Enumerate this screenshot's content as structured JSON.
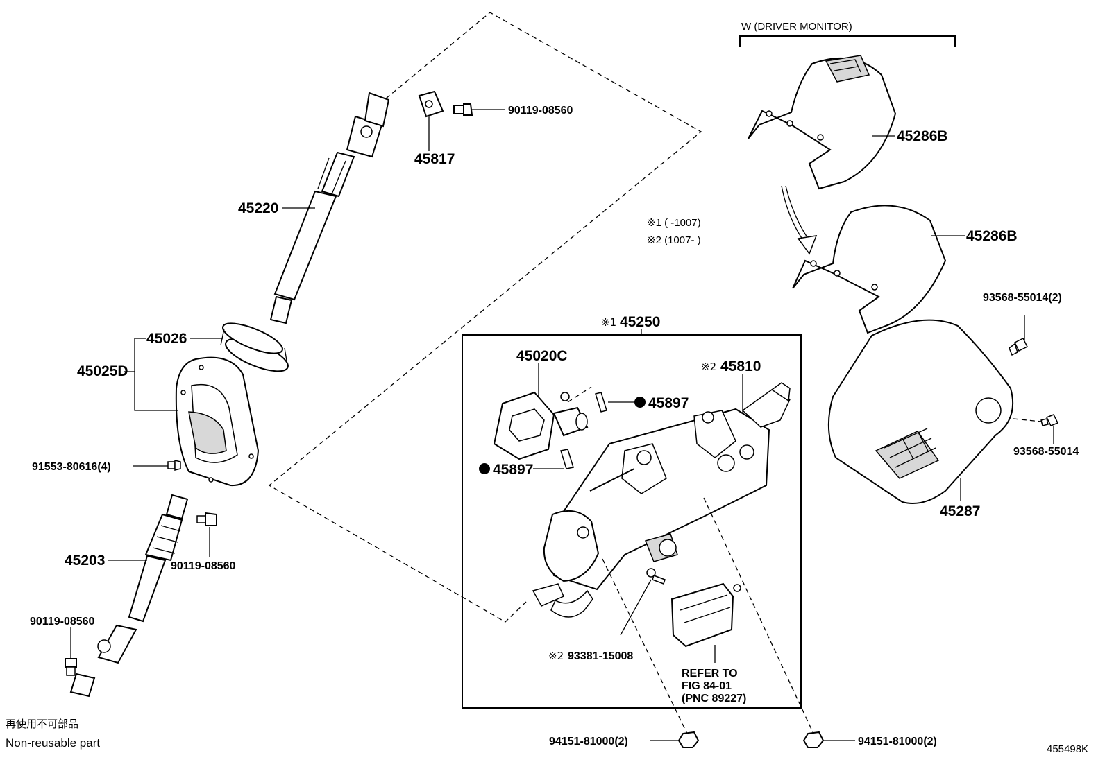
{
  "callouts": {
    "p45220": "45220",
    "p45817": "45817",
    "p90119_top": "90119-08560",
    "p45026": "45026",
    "p45025D": "45025D",
    "p91553": "91553-80616(4)",
    "p45203": "45203",
    "p90119_mid": "90119-08560",
    "p90119_low": "90119-08560",
    "p45250_mark": "※1",
    "p45250": "45250",
    "p45020C": "45020C",
    "p45897_a": "45897",
    "p45897_b": "45897",
    "p45810_mark": "※2",
    "p45810": "45810",
    "p93381_mark": "※2",
    "p93381": "93381-15008",
    "p94151_left": "94151-81000(2)",
    "p94151_right": "94151-81000(2)",
    "p45286B_top": "45286B",
    "p45286B_mid": "45286B",
    "p93568_top": "93568-55014(2)",
    "p93568_low": "93568-55014",
    "p45287": "45287"
  },
  "notes": {
    "driver_monitor": "W (DRIVER MONITOR)",
    "date_range_1": "※1 (     -1007)",
    "date_range_2": "※2 (1007-     )",
    "refer_line1": "REFER  TO",
    "refer_line2": "FIG  84-01",
    "refer_line3": "(PNC  89227)"
  },
  "legend": {
    "japanese": "再使用不可部品",
    "english": "Non-reusable part"
  },
  "figure_code": "455498K"
}
